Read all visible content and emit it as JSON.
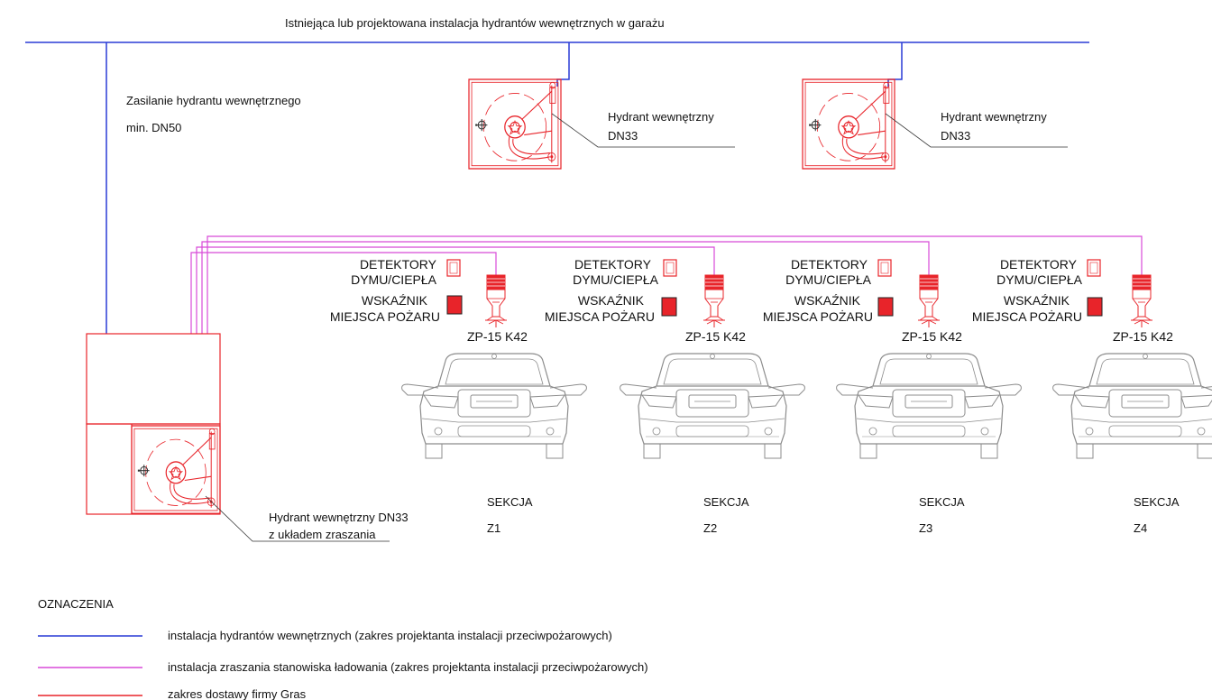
{
  "title": "Istniejąca lub projektowana instalacja  hydrantów wewnętrznych w garażu",
  "supply_line1": "Zasilanie hydrantu wewnętrznego",
  "supply_line2": "min. DN50",
  "hydrants": [
    {
      "line1": "Hydrant wewnętrzny",
      "line2": "DN33"
    },
    {
      "line1": "Hydrant wewnętrzny",
      "line2": "DN33"
    }
  ],
  "main_hydrant": {
    "line1": "Hydrant wewnętrzny DN33",
    "line2": "z układem zraszania"
  },
  "sections": [
    {
      "detector_line1": "DETEKTORY",
      "detector_line2": "DYMU/CIEPŁA",
      "indicator_line1": "WSKAŹNIK",
      "indicator_line2": "MIEJSCA POŻARU",
      "sprinkler": "ZP-15 K42",
      "section_line1": "SEKCJA",
      "section_line2": "Z1"
    },
    {
      "detector_line1": "DETEKTORY",
      "detector_line2": "DYMU/CIEPŁA",
      "indicator_line1": "WSKAŹNIK",
      "indicator_line2": "MIEJSCA POŻARU",
      "sprinkler": "ZP-15 K42",
      "section_line1": "SEKCJA",
      "section_line2": "Z2"
    },
    {
      "detector_line1": "DETEKTORY",
      "detector_line2": "DYMU/CIEPŁA",
      "indicator_line1": "WSKAŹNIK",
      "indicator_line2": "MIEJSCA POŻARU",
      "sprinkler": "ZP-15 K42",
      "section_line1": "SEKCJA",
      "section_line2": "Z3"
    },
    {
      "detector_line1": "DETEKTORY",
      "detector_line2": "DYMU/CIEPŁA",
      "indicator_line1": "WSKAŹNIK",
      "indicator_line2": "MIEJSCA POŻARU",
      "sprinkler": "ZP-15 K42",
      "section_line1": "SEKCJA",
      "section_line2": "Z4"
    }
  ],
  "legend": {
    "title": "OZNACZENIA",
    "items": [
      {
        "label": "instalacja hydrantów wewnętrznych (zakres projektanta instalacji przeciwpożarowych)",
        "color": "#2a3cd6"
      },
      {
        "label": "instalacja zraszania stanowiska ładowania (zakres projektanta instalacji przeciwpożarowych)",
        "color": "#d84ad8"
      },
      {
        "label": "zakres dostawy firmy Gras",
        "color": "#e8242a"
      }
    ]
  },
  "colors": {
    "hydrant_line": "#2a3cd6",
    "sprinkler_line": "#d84ad8",
    "supplier": "#e8242a",
    "car": "#8c8c8c"
  }
}
